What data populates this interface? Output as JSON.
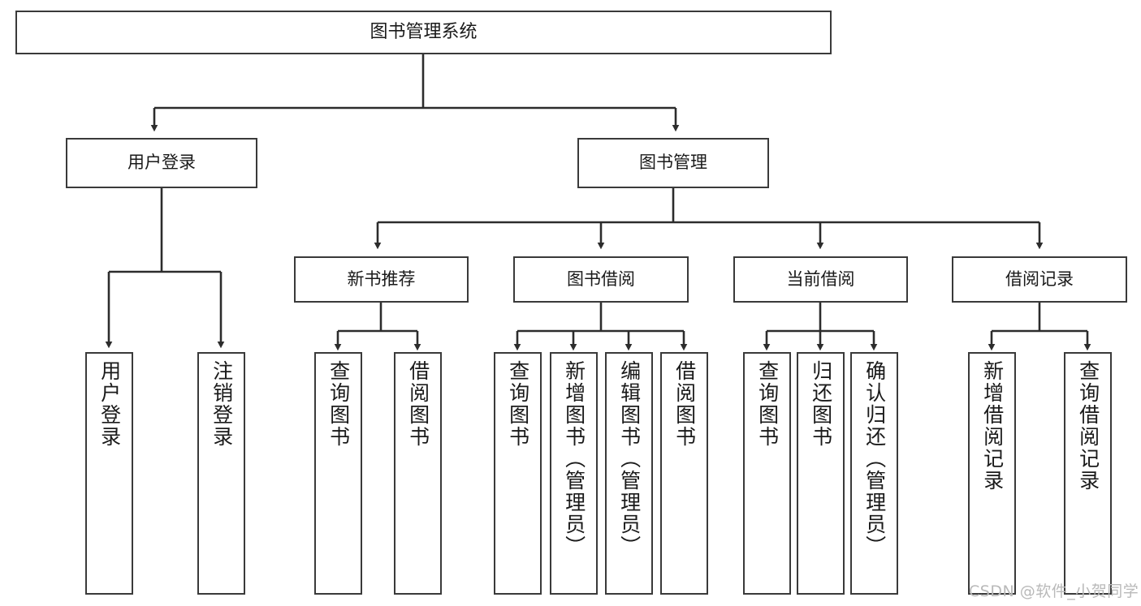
{
  "diagram": {
    "title": "图书管理系统",
    "type": "tree",
    "root": {
      "label": "图书管理系统"
    },
    "level2": [
      {
        "id": "user-login",
        "label": "用户登录"
      },
      {
        "id": "book-manage",
        "label": "图书管理"
      }
    ],
    "level3": [
      {
        "id": "new-book-recommend",
        "label": "新书推荐",
        "parent": "book-manage"
      },
      {
        "id": "book-borrow",
        "label": "图书借阅",
        "parent": "book-manage"
      },
      {
        "id": "current-borrow",
        "label": "当前借阅",
        "parent": "book-manage"
      },
      {
        "id": "borrow-record",
        "label": "借阅记录",
        "parent": "book-manage"
      }
    ],
    "leaves": {
      "user_login": [
        {
          "id": "leaf-user-login",
          "label": "用户登录"
        },
        {
          "id": "leaf-user-logout",
          "label": "注销登录"
        }
      ],
      "new_book_recommend": [
        {
          "id": "leaf-query-book-1",
          "label": "查询图书"
        },
        {
          "id": "leaf-borrow-book-1",
          "label": "借阅图书"
        }
      ],
      "book_borrow": [
        {
          "id": "leaf-query-book-2",
          "label": "查询图书"
        },
        {
          "id": "leaf-add-book",
          "label": "新增图书（管理员）"
        },
        {
          "id": "leaf-edit-book",
          "label": "编辑图书（管理员）"
        },
        {
          "id": "leaf-borrow-book-2",
          "label": "借阅图书"
        }
      ],
      "current_borrow": [
        {
          "id": "leaf-query-book-3",
          "label": "查询图书"
        },
        {
          "id": "leaf-return-book",
          "label": "归还图书"
        },
        {
          "id": "leaf-confirm-return",
          "label": "确认归还（管理员）"
        }
      ],
      "borrow_record": [
        {
          "id": "leaf-add-record",
          "label": "新增借阅记录"
        },
        {
          "id": "leaf-query-record",
          "label": "查询借阅记录"
        }
      ]
    }
  },
  "watermark": {
    "text": "CSDN @软件_小贺同学"
  },
  "colors": {
    "border": "#3a3a3a",
    "text": "#1a1a1a",
    "background": "#ffffff",
    "watermark": "#b9b9b9"
  }
}
